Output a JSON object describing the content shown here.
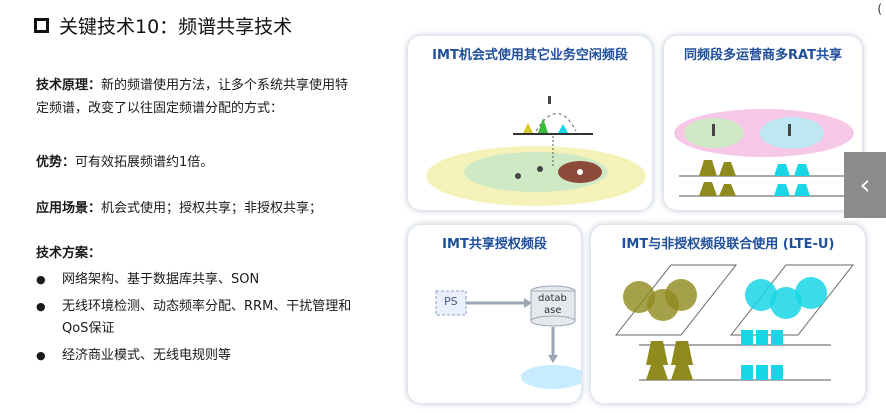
{
  "slide": {
    "title": "关键技术10：频谱共享技术",
    "principle_label": "技术原理：",
    "principle_line1": "新的频谱使用方法，让多个系统共享使用特",
    "principle_line2": "定频谱，改变了以往固定频谱分配的方式：",
    "advantage_label": "优势：",
    "advantage_text": "可有效拓展频谱约1倍。",
    "scenario_label": "应用场景：",
    "scenario_text": "机会式使用；授权共享；非授权共享；",
    "solution_label": "技术方案：",
    "bullets": [
      "网络架构、基于数据库共享、SON",
      "无线环境检测、动态频率分配、RRM、干扰管理和",
      "QoS保证",
      "经济商业模式、无线电规则等"
    ]
  },
  "cards": {
    "c1_title": "IMT机会式使用其它业务空闲频段",
    "c2_title": "同频段多运营商多RAT共享",
    "c3_title": "IMT共享授权频段",
    "c3_ps": "PS",
    "c3_db1": "datab",
    "c3_db2": "ase",
    "c4_title": "IMT与非授权频段联合使用 (LTE-U)"
  },
  "controls": {
    "side_arrow": "‹",
    "corner": "("
  },
  "colors": {
    "title_blue": "#1f4e9a",
    "olive": "#8f8a1e",
    "cyan": "#19d6e6",
    "ellipse_green": "#cfe9c4",
    "ellipse_yellow": "#f4f2b8"
  }
}
